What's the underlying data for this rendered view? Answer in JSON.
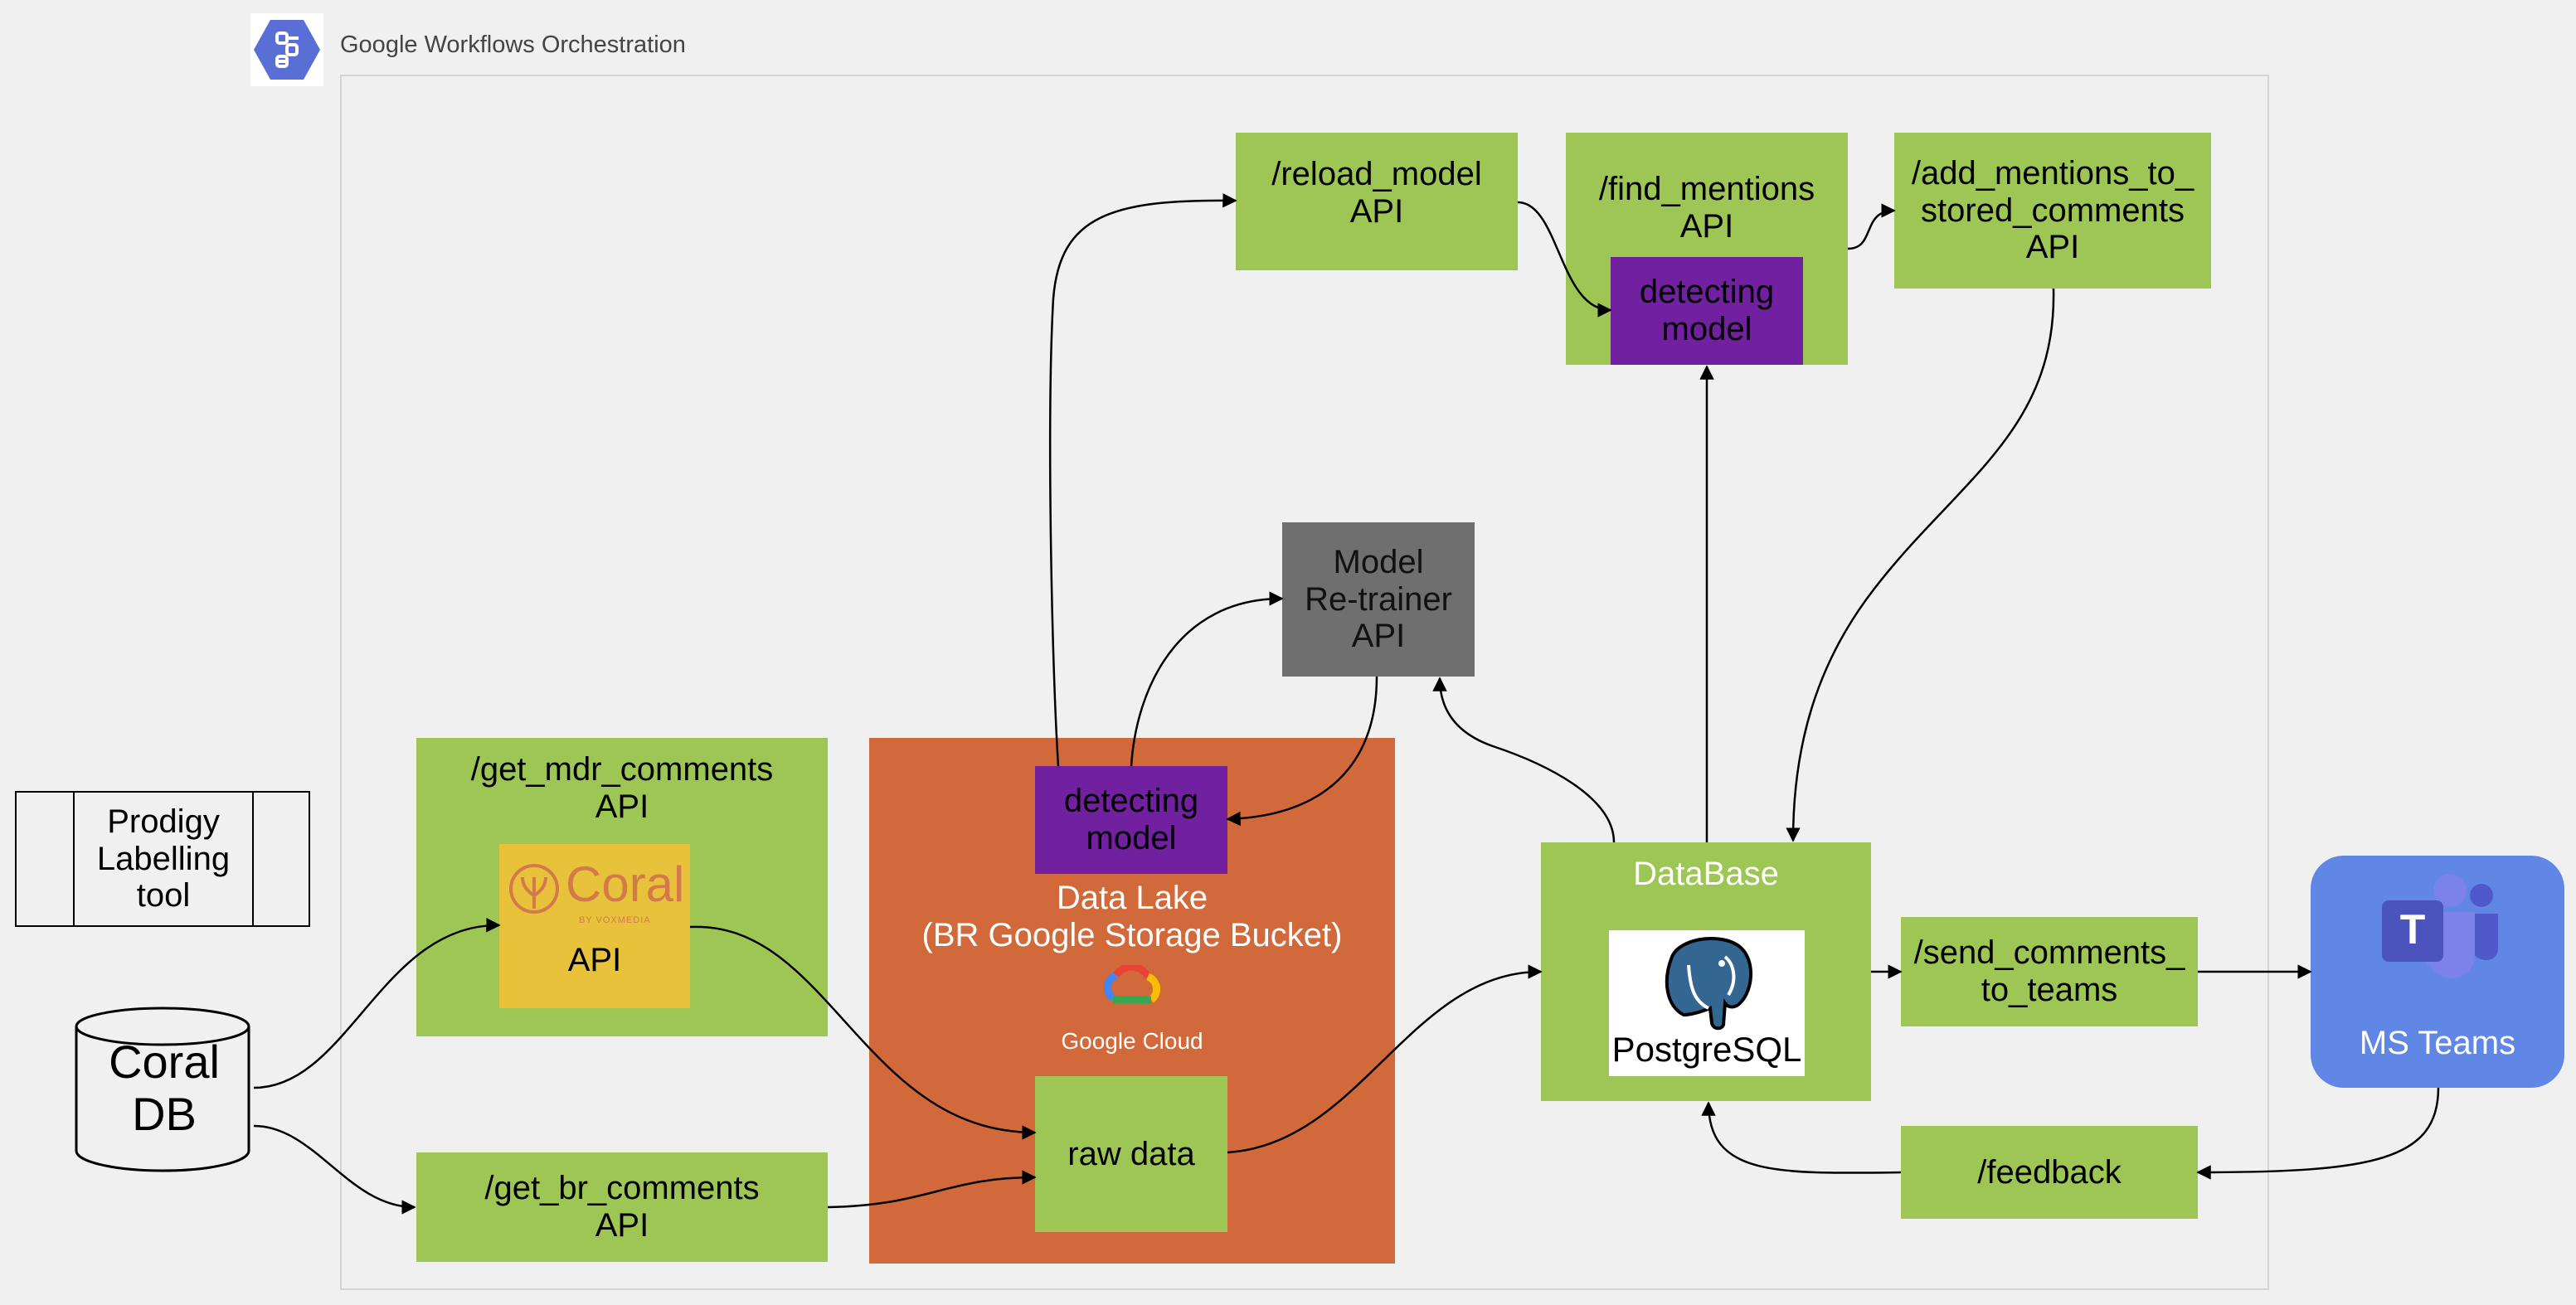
{
  "orchestration": {
    "title": "Google Workflows Orchestration",
    "icon": "workflows-icon"
  },
  "nodes": {
    "reload_model": {
      "line1": "/reload_model",
      "line2": "API"
    },
    "find_mentions": {
      "line1": "/find_mentions",
      "line2": "API"
    },
    "find_mentions_model": {
      "line1": "detecting",
      "line2": "model"
    },
    "add_mentions": {
      "line1": "/add_mentions_to_",
      "line2": "stored_comments",
      "line3": "API"
    },
    "model_retrainer": {
      "line1": "Model",
      "line2": "Re-trainer",
      "line3": "API"
    },
    "get_mdr_comments": {
      "line1": "/get_mdr_comments",
      "line2": "API"
    },
    "coral_logo": {
      "wordmark": "Coral",
      "byline": "BY VOXMEDIA",
      "api": "API"
    },
    "data_lake": {
      "line1": "Data Lake",
      "line2": "(BR Google Storage Bucket)",
      "cloud_label": "Google Cloud"
    },
    "data_lake_model": {
      "line1": "detecting",
      "line2": "model"
    },
    "raw_data": {
      "label": "raw data"
    },
    "get_br_comments": {
      "line1": "/get_br_comments",
      "line2": "API"
    },
    "database": {
      "label": "DataBase",
      "postgres_label": "PostgreSQL"
    },
    "send_comments": {
      "line1": "/send_comments_",
      "line2": "to_teams"
    },
    "feedback": {
      "label": "/feedback"
    },
    "ms_teams": {
      "label": "MS Teams",
      "icon_letter": "T"
    },
    "prodigy": {
      "line1": "Prodigy",
      "line2": "Labelling",
      "line3": "tool"
    },
    "coral_db": {
      "line1": "Coral",
      "line2": "DB"
    }
  },
  "colors": {
    "background": "#f0f0f0",
    "api_green": "#9dc654",
    "model_purple": "#7120a0",
    "retrainer_gray": "#6f6f6f",
    "data_lake_orange": "#d1693a",
    "coral_yellow": "#e7c23a",
    "teams_blue": "#6087e6",
    "workflows_blue": "#5a6fd6"
  }
}
